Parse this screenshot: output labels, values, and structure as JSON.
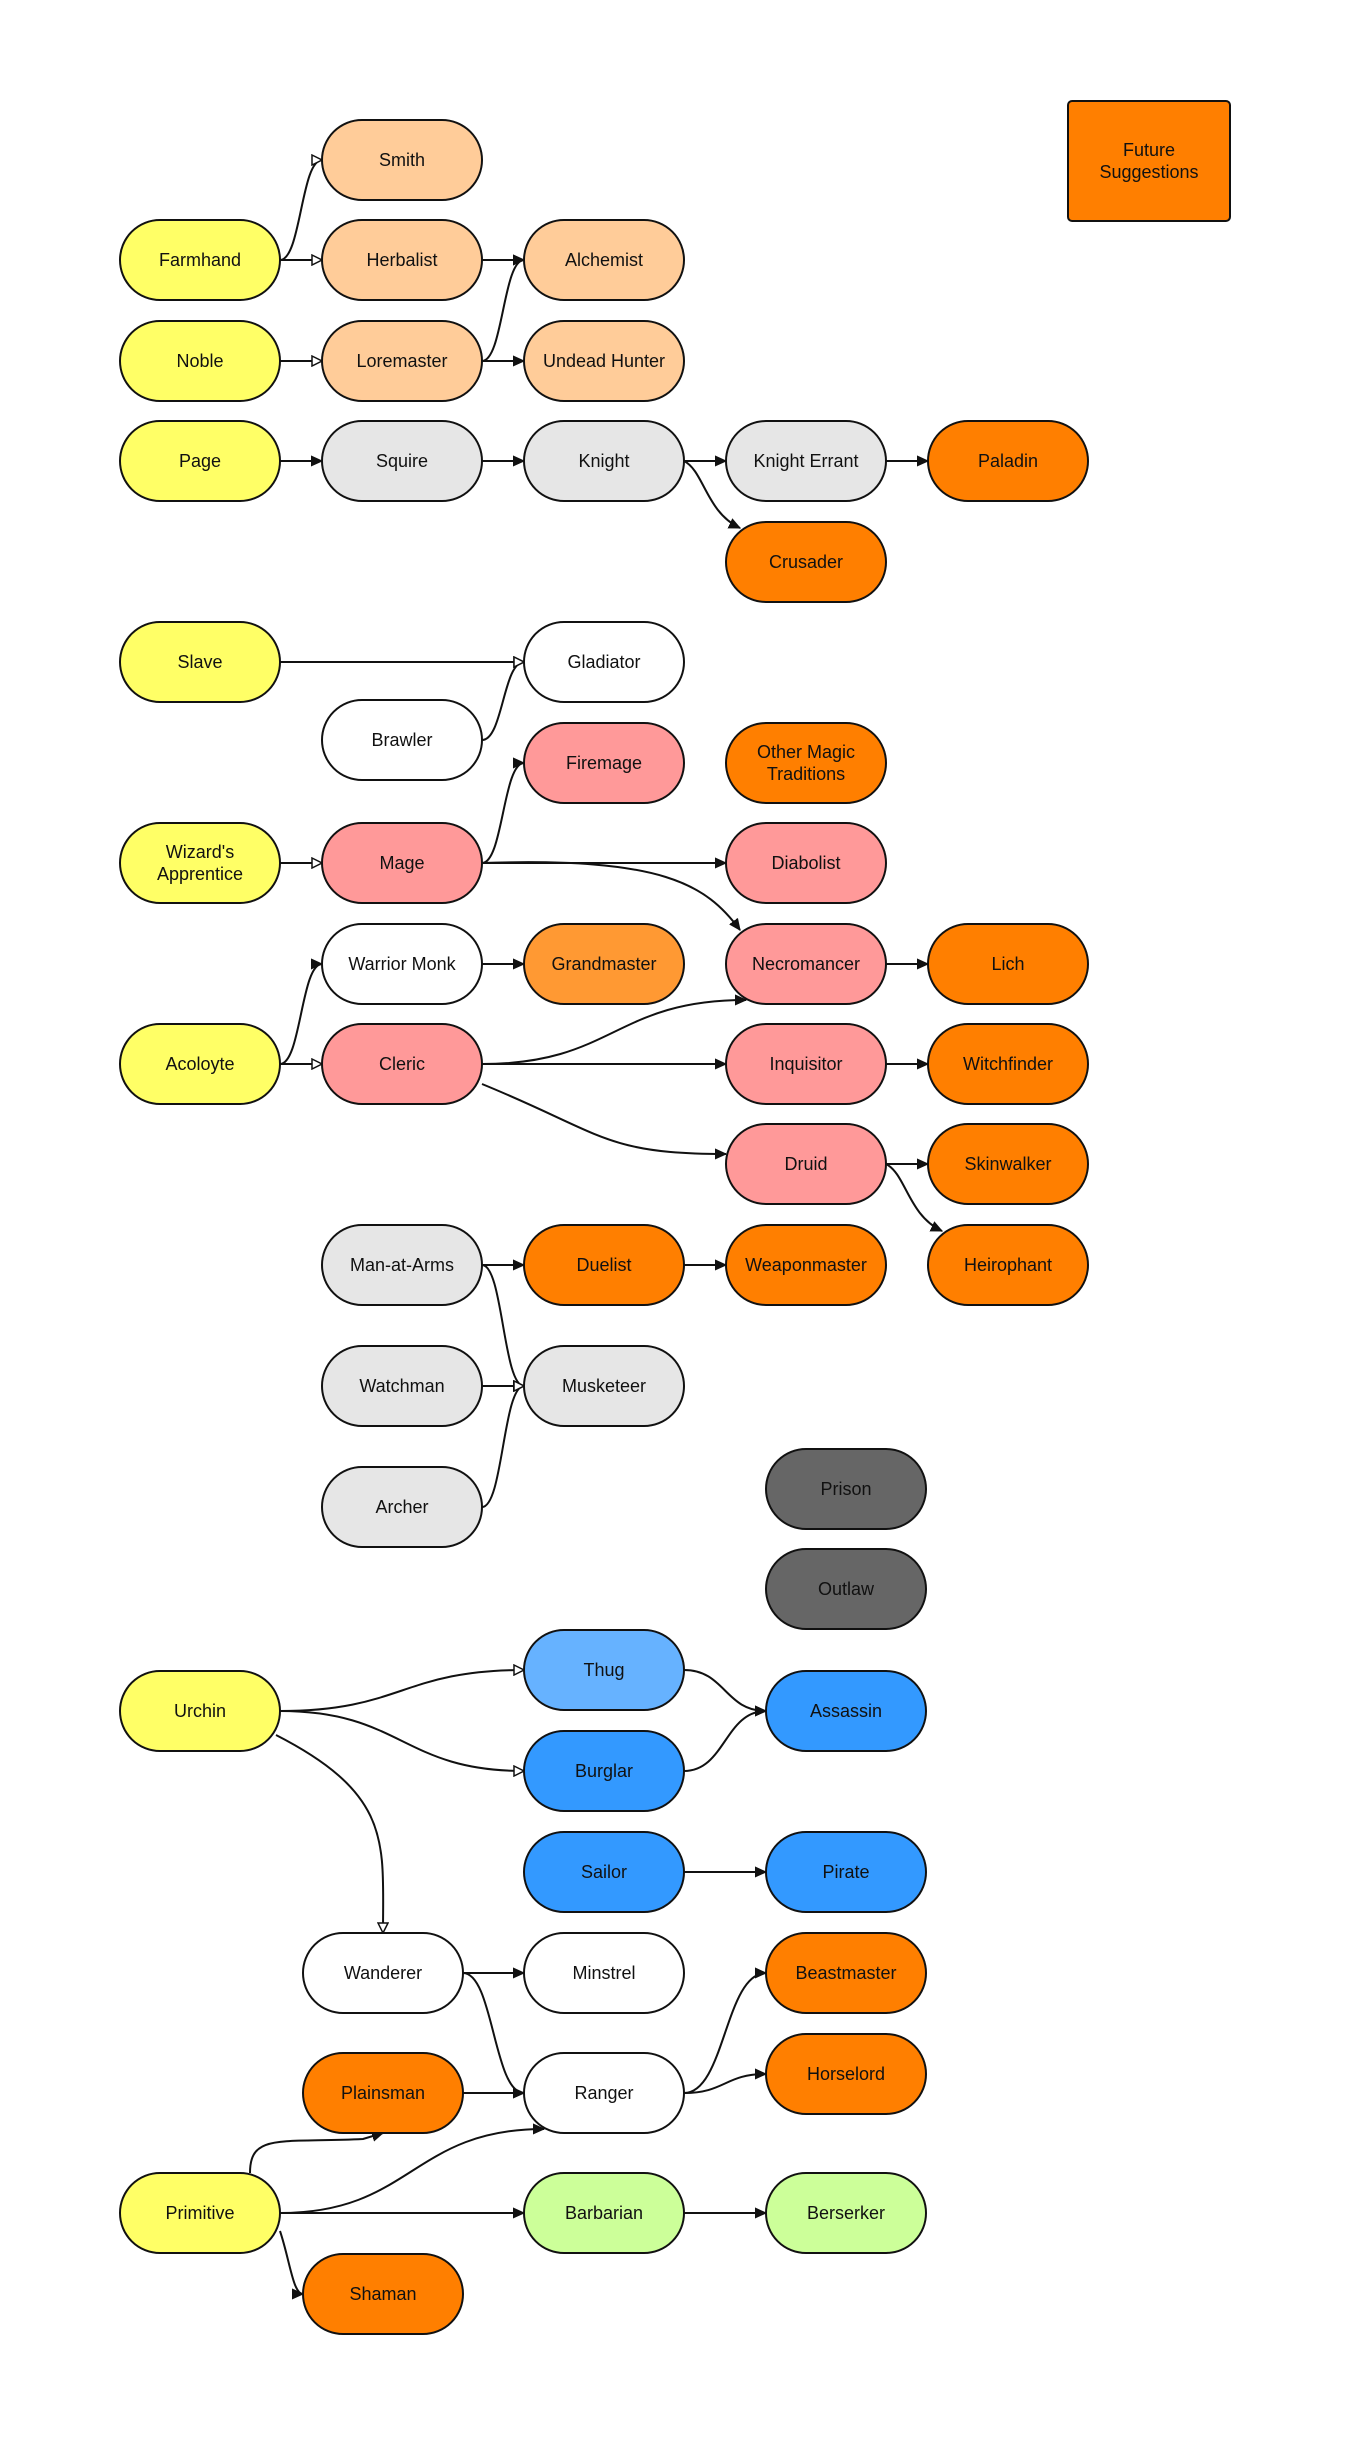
{
  "colors": {
    "background": "#ffffff",
    "start": "#ffff66",
    "craft": "#ffcc99",
    "martial": "#e6e6e6",
    "future": "#ff7f00",
    "grandmaster": "#ff9933",
    "magic": "#ff9999",
    "neutral": "#ffffff",
    "dark": "#666666",
    "rogue_light": "#66b2ff",
    "rogue": "#3399ff",
    "wild": "#ccff99",
    "stroke": "#111111"
  },
  "legend": {
    "lines": [
      "Future",
      "Suggestions"
    ],
    "color": "future"
  },
  "nodes": {
    "farmhand": {
      "lines": [
        "Farmhand"
      ],
      "color": "start"
    },
    "noble": {
      "lines": [
        "Noble"
      ],
      "color": "start"
    },
    "page": {
      "lines": [
        "Page"
      ],
      "color": "start"
    },
    "slave": {
      "lines": [
        "Slave"
      ],
      "color": "start"
    },
    "apprentice": {
      "lines": [
        "Wizard's",
        "Apprentice"
      ],
      "color": "start"
    },
    "acolyte": {
      "lines": [
        "Acoloyte"
      ],
      "color": "start"
    },
    "urchin": {
      "lines": [
        "Urchin"
      ],
      "color": "start"
    },
    "primitive": {
      "lines": [
        "Primitive"
      ],
      "color": "start"
    },
    "smith": {
      "lines": [
        "Smith"
      ],
      "color": "craft"
    },
    "herbalist": {
      "lines": [
        "Herbalist"
      ],
      "color": "craft"
    },
    "loremaster": {
      "lines": [
        "Loremaster"
      ],
      "color": "craft"
    },
    "alchemist": {
      "lines": [
        "Alchemist"
      ],
      "color": "craft"
    },
    "undeadhunter": {
      "lines": [
        "Undead Hunter"
      ],
      "color": "craft"
    },
    "squire": {
      "lines": [
        "Squire"
      ],
      "color": "martial"
    },
    "knight": {
      "lines": [
        "Knight"
      ],
      "color": "martial"
    },
    "knighterrant": {
      "lines": [
        "Knight Errant"
      ],
      "color": "martial"
    },
    "paladin": {
      "lines": [
        "Paladin"
      ],
      "color": "future"
    },
    "crusader": {
      "lines": [
        "Crusader"
      ],
      "color": "future"
    },
    "gladiator": {
      "lines": [
        "Gladiator"
      ],
      "color": "neutral"
    },
    "brawler": {
      "lines": [
        "Brawler"
      ],
      "color": "neutral"
    },
    "firemage": {
      "lines": [
        "Firemage"
      ],
      "color": "magic"
    },
    "othermagic": {
      "lines": [
        "Other Magic",
        "Traditions"
      ],
      "color": "future"
    },
    "mage": {
      "lines": [
        "Mage"
      ],
      "color": "magic"
    },
    "diabolist": {
      "lines": [
        "Diabolist"
      ],
      "color": "magic"
    },
    "warriormonk": {
      "lines": [
        "Warrior Monk"
      ],
      "color": "neutral"
    },
    "grandmaster": {
      "lines": [
        "Grandmaster"
      ],
      "color": "grandmaster"
    },
    "necromancer": {
      "lines": [
        "Necromancer"
      ],
      "color": "magic"
    },
    "lich": {
      "lines": [
        "Lich"
      ],
      "color": "future"
    },
    "cleric": {
      "lines": [
        "Cleric"
      ],
      "color": "magic"
    },
    "inquisitor": {
      "lines": [
        "Inquisitor"
      ],
      "color": "magic"
    },
    "witchfinder": {
      "lines": [
        "Witchfinder"
      ],
      "color": "future"
    },
    "druid": {
      "lines": [
        "Druid"
      ],
      "color": "magic"
    },
    "skinwalker": {
      "lines": [
        "Skinwalker"
      ],
      "color": "future"
    },
    "heirophant": {
      "lines": [
        "Heirophant"
      ],
      "color": "future"
    },
    "manatarms": {
      "lines": [
        "Man-at-Arms"
      ],
      "color": "martial"
    },
    "duelist": {
      "lines": [
        "Duelist"
      ],
      "color": "future"
    },
    "weaponmaster": {
      "lines": [
        "Weaponmaster"
      ],
      "color": "future"
    },
    "watchman": {
      "lines": [
        "Watchman"
      ],
      "color": "martial"
    },
    "musketeer": {
      "lines": [
        "Musketeer"
      ],
      "color": "martial"
    },
    "archer": {
      "lines": [
        "Archer"
      ],
      "color": "martial"
    },
    "prison": {
      "lines": [
        "Prison"
      ],
      "color": "dark"
    },
    "outlaw": {
      "lines": [
        "Outlaw"
      ],
      "color": "dark"
    },
    "thug": {
      "lines": [
        "Thug"
      ],
      "color": "rogue_light"
    },
    "burglar": {
      "lines": [
        "Burglar"
      ],
      "color": "rogue"
    },
    "assassin": {
      "lines": [
        "Assassin"
      ],
      "color": "rogue"
    },
    "sailor": {
      "lines": [
        "Sailor"
      ],
      "color": "rogue"
    },
    "pirate": {
      "lines": [
        "Pirate"
      ],
      "color": "rogue"
    },
    "wanderer": {
      "lines": [
        "Wanderer"
      ],
      "color": "neutral"
    },
    "minstrel": {
      "lines": [
        "Minstrel"
      ],
      "color": "neutral"
    },
    "beastmaster": {
      "lines": [
        "Beastmaster"
      ],
      "color": "future"
    },
    "plainsman": {
      "lines": [
        "Plainsman"
      ],
      "color": "future"
    },
    "ranger": {
      "lines": [
        "Ranger"
      ],
      "color": "neutral"
    },
    "horselord": {
      "lines": [
        "Horselord"
      ],
      "color": "future"
    },
    "barbarian": {
      "lines": [
        "Barbarian"
      ],
      "color": "wild"
    },
    "berserker": {
      "lines": [
        "Berserker"
      ],
      "color": "wild"
    },
    "shaman": {
      "lines": [
        "Shaman"
      ],
      "color": "future"
    }
  },
  "edges": [
    {
      "from": "farmhand",
      "to": "smith",
      "arrow": "open"
    },
    {
      "from": "farmhand",
      "to": "herbalist",
      "arrow": "open"
    },
    {
      "from": "herbalist",
      "to": "alchemist",
      "arrow": "filled"
    },
    {
      "from": "noble",
      "to": "loremaster",
      "arrow": "open"
    },
    {
      "from": "loremaster",
      "to": "alchemist",
      "arrow": "filled"
    },
    {
      "from": "loremaster",
      "to": "undeadhunter",
      "arrow": "filled"
    },
    {
      "from": "page",
      "to": "squire",
      "arrow": "filled"
    },
    {
      "from": "squire",
      "to": "knight",
      "arrow": "filled"
    },
    {
      "from": "knight",
      "to": "knighterrant",
      "arrow": "filled"
    },
    {
      "from": "knighterrant",
      "to": "paladin",
      "arrow": "filled"
    },
    {
      "from": "knight",
      "to": "crusader",
      "arrow": "filled"
    },
    {
      "from": "slave",
      "to": "gladiator",
      "arrow": "open"
    },
    {
      "from": "brawler",
      "to": "gladiator",
      "arrow": "open"
    },
    {
      "from": "apprentice",
      "to": "mage",
      "arrow": "open"
    },
    {
      "from": "mage",
      "to": "firemage",
      "arrow": "filled"
    },
    {
      "from": "mage",
      "to": "diabolist",
      "arrow": "filled"
    },
    {
      "from": "mage",
      "to": "necromancer",
      "arrow": "filled"
    },
    {
      "from": "acolyte",
      "to": "warriormonk",
      "arrow": "filled"
    },
    {
      "from": "acolyte",
      "to": "cleric",
      "arrow": "open"
    },
    {
      "from": "warriormonk",
      "to": "grandmaster",
      "arrow": "filled"
    },
    {
      "from": "necromancer",
      "to": "lich",
      "arrow": "filled"
    },
    {
      "from": "cleric",
      "to": "necromancer",
      "arrow": "filled"
    },
    {
      "from": "cleric",
      "to": "inquisitor",
      "arrow": "filled"
    },
    {
      "from": "cleric",
      "to": "druid",
      "arrow": "filled"
    },
    {
      "from": "inquisitor",
      "to": "witchfinder",
      "arrow": "filled"
    },
    {
      "from": "druid",
      "to": "skinwalker",
      "arrow": "filled"
    },
    {
      "from": "druid",
      "to": "heirophant",
      "arrow": "filled"
    },
    {
      "from": "manatarms",
      "to": "duelist",
      "arrow": "filled"
    },
    {
      "from": "duelist",
      "to": "weaponmaster",
      "arrow": "filled"
    },
    {
      "from": "manatarms",
      "to": "musketeer",
      "arrow": "open"
    },
    {
      "from": "watchman",
      "to": "musketeer",
      "arrow": "filled"
    },
    {
      "from": "archer",
      "to": "musketeer",
      "arrow": "open"
    },
    {
      "from": "urchin",
      "to": "thug",
      "arrow": "open"
    },
    {
      "from": "urchin",
      "to": "burglar",
      "arrow": "open"
    },
    {
      "from": "thug",
      "to": "assassin",
      "arrow": "filled"
    },
    {
      "from": "burglar",
      "to": "assassin",
      "arrow": "filled"
    },
    {
      "from": "sailor",
      "to": "pirate",
      "arrow": "filled"
    },
    {
      "from": "urchin",
      "to": "wanderer",
      "arrow": "open"
    },
    {
      "from": "wanderer",
      "to": "minstrel",
      "arrow": "filled"
    },
    {
      "from": "wanderer",
      "to": "ranger",
      "arrow": "filled"
    },
    {
      "from": "plainsman",
      "to": "ranger",
      "arrow": "filled"
    },
    {
      "from": "ranger",
      "to": "beastmaster",
      "arrow": "filled"
    },
    {
      "from": "ranger",
      "to": "horselord",
      "arrow": "filled"
    },
    {
      "from": "primitive",
      "to": "plainsman",
      "arrow": "filled"
    },
    {
      "from": "primitive",
      "to": "ranger",
      "arrow": "filled"
    },
    {
      "from": "primitive",
      "to": "barbarian",
      "arrow": "filled"
    },
    {
      "from": "barbarian",
      "to": "berserker",
      "arrow": "filled"
    },
    {
      "from": "primitive",
      "to": "shaman",
      "arrow": "filled"
    }
  ]
}
